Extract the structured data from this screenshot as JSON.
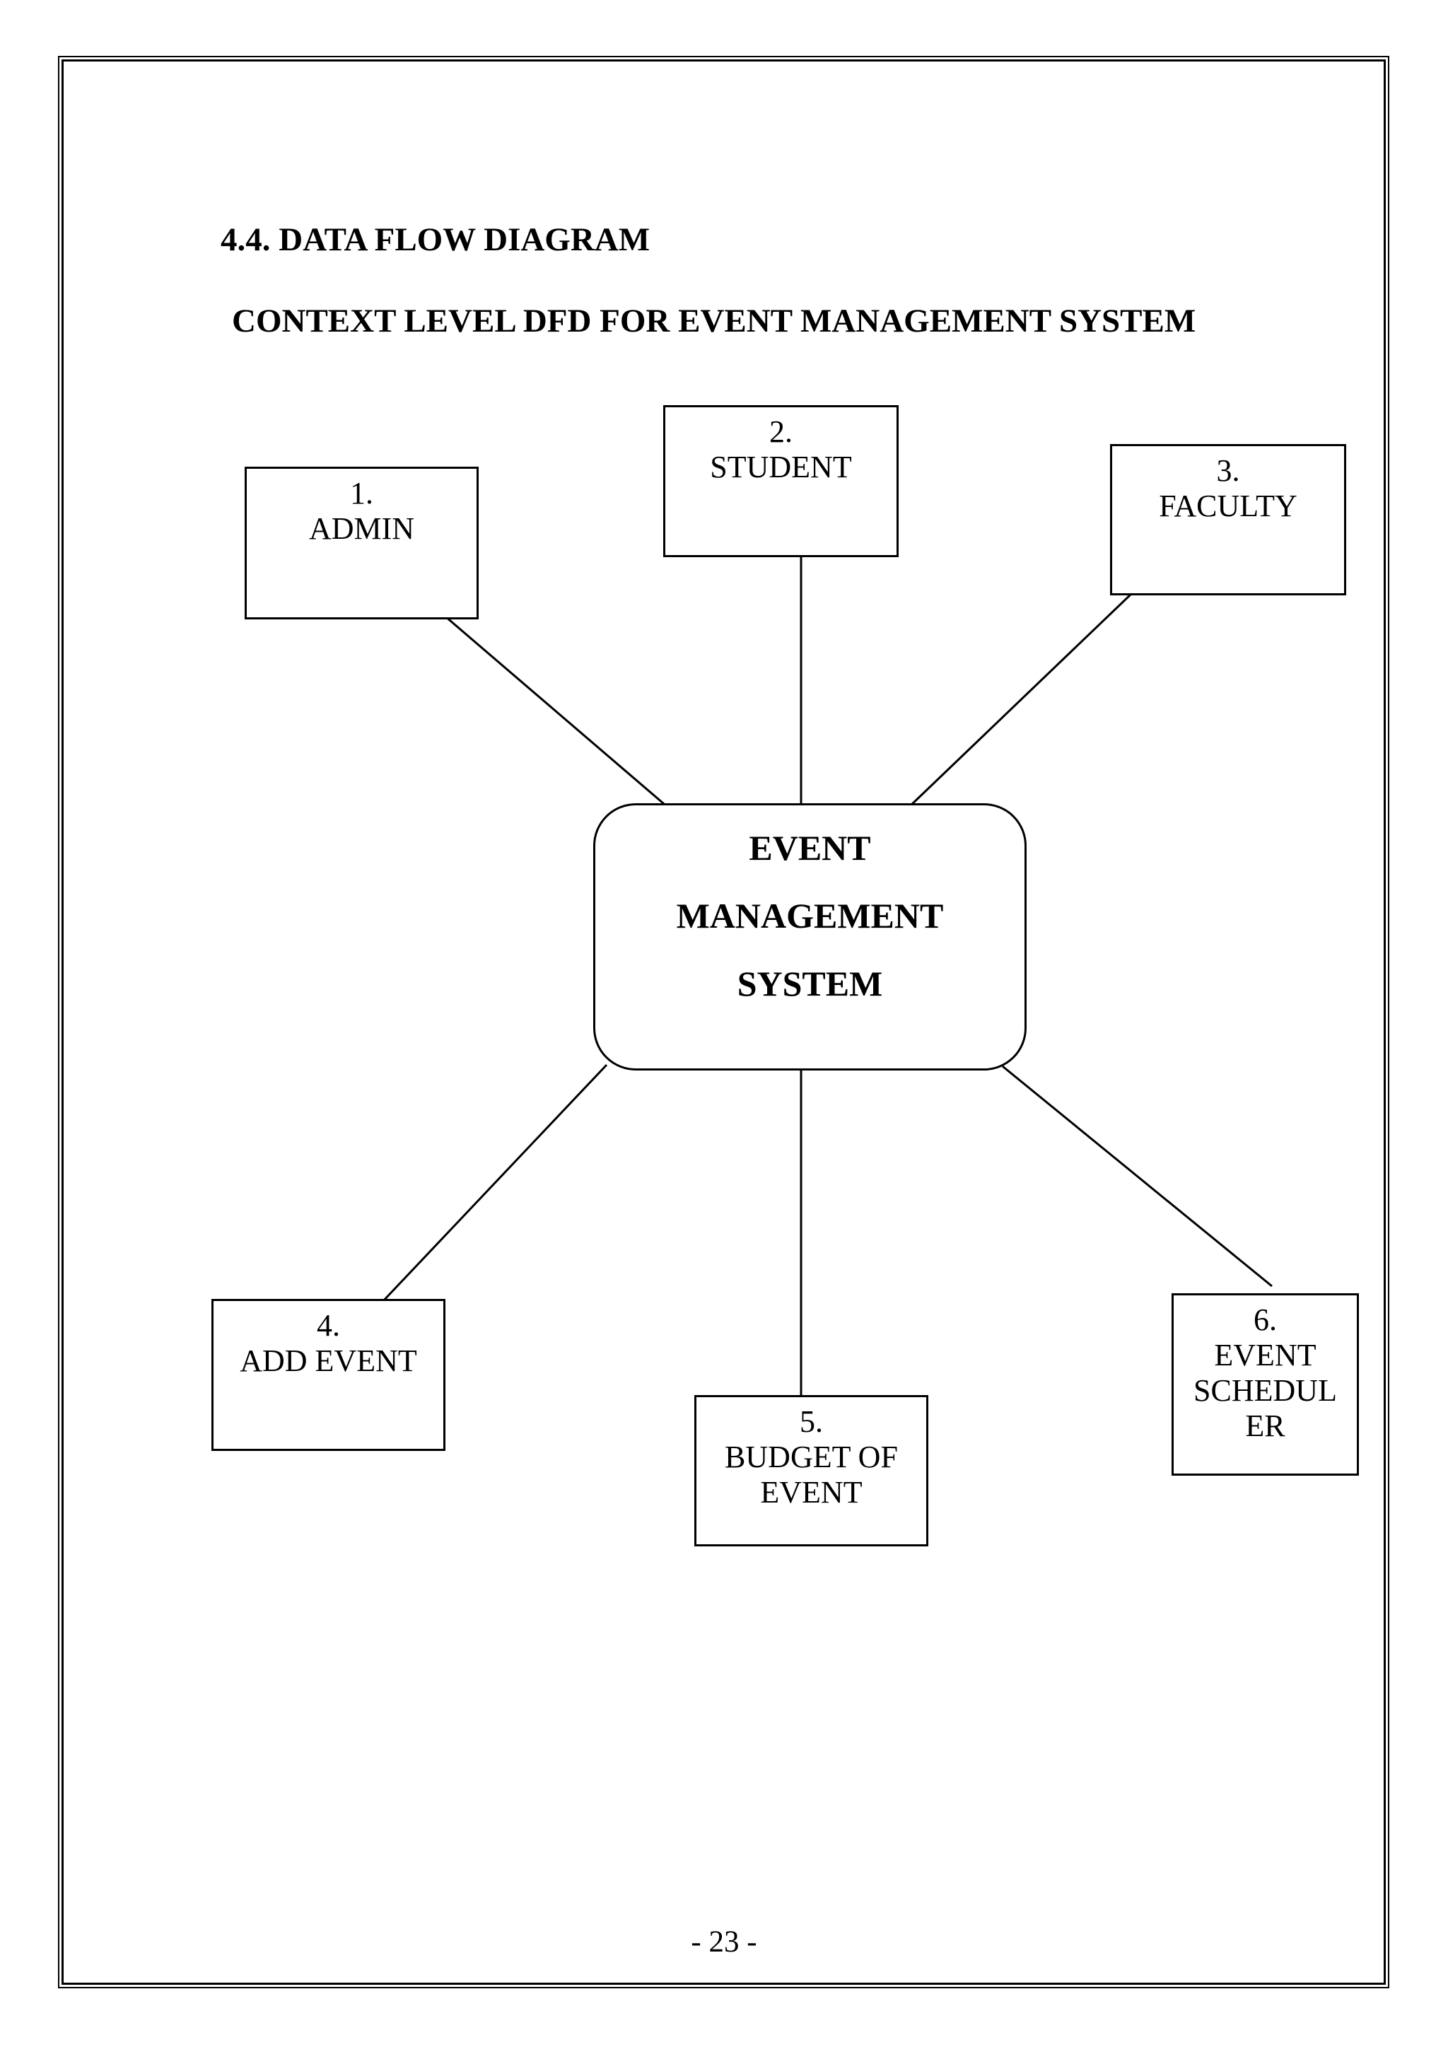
{
  "colors": {
    "ink": "#000000",
    "paper": "#ffffff"
  },
  "page": {
    "section_title": "4.4. DATA FLOW DIAGRAM",
    "diagram_title": "CONTEXT LEVEL DFD FOR EVENT MANAGEMENT SYSTEM",
    "page_number": "- 23 -"
  },
  "diagram": {
    "process": {
      "lines": [
        "EVENT",
        "MANAGEMENT",
        "SYSTEM"
      ]
    },
    "entities": [
      {
        "id": "admin",
        "lines": [
          "1.",
          "ADMIN"
        ]
      },
      {
        "id": "student",
        "lines": [
          "2.",
          "STUDENT"
        ]
      },
      {
        "id": "faculty",
        "lines": [
          "3.",
          "FACULTY"
        ]
      },
      {
        "id": "add-event",
        "lines": [
          "4.",
          "ADD EVENT"
        ]
      },
      {
        "id": "budget-of-event",
        "lines": [
          "5.",
          "BUDGET OF",
          "EVENT"
        ]
      },
      {
        "id": "event-scheduler",
        "lines": [
          "6.",
          "EVENT",
          "SCHEDUL",
          "ER"
        ]
      }
    ]
  }
}
